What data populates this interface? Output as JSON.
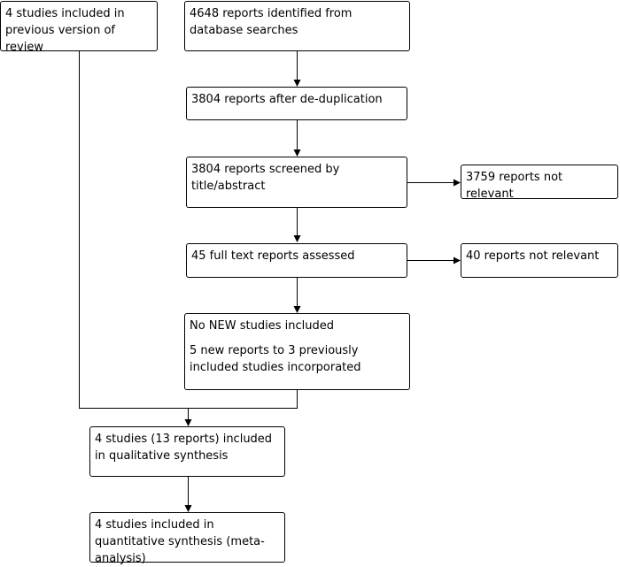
{
  "boxes": {
    "previous": "4 studies included in previous version of review",
    "identified": "4648 reports identified from database searches",
    "dedup": "3804 reports after de-duplication",
    "screened": "3804 reports screened by title/abstract",
    "not_relevant_1": "3759 reports not relevant",
    "fulltext": "45 full text reports assessed",
    "not_relevant_2": "40 reports not relevant",
    "no_new": "No NEW studies included",
    "new_reports": "5 new reports to 3 previously included studies incorporated",
    "qualitative": "4 studies (13 reports) included in qualitative synthesis",
    "quantitative": "4 studies included in quantitative synthesis (meta-analysis)"
  }
}
